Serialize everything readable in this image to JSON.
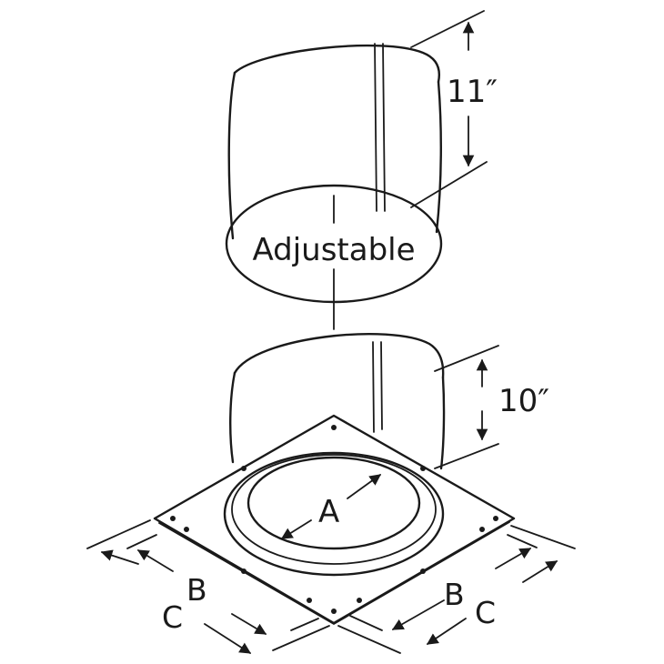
{
  "labels": {
    "adjustable": "Adjustable",
    "top_height": "11″",
    "bottom_height": "10″",
    "opening_a": "A",
    "plate_b_left": "B",
    "plate_c_left": "C",
    "plate_b_right": "B",
    "plate_c_right": "C"
  }
}
